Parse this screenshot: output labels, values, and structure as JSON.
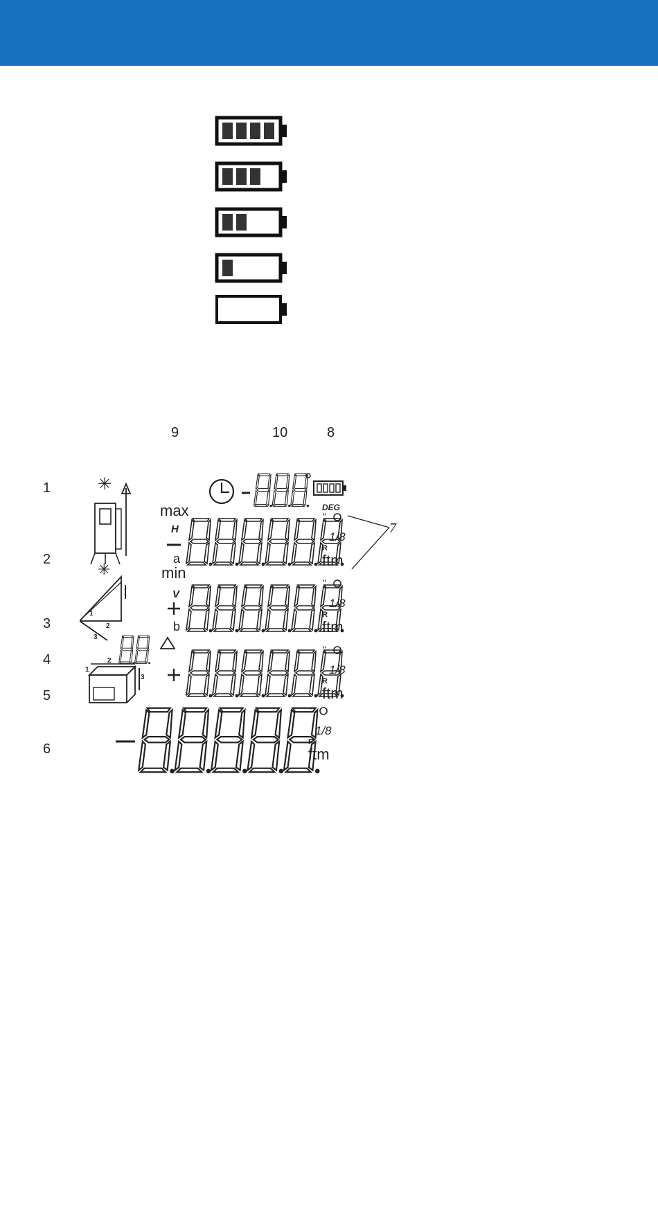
{
  "battery_levels": [
    4,
    3,
    2,
    1,
    0
  ],
  "callouts": {
    "c1": "1",
    "c2": "2",
    "c3": "3",
    "c4": "4",
    "c5": "5",
    "c6": "6",
    "c7": "7",
    "c8": "8",
    "c9": "9",
    "c10": "10"
  },
  "lcd": {
    "label_max": "max",
    "label_min": "min",
    "label_h": "H",
    "label_v": "V",
    "label_a": "a",
    "label_b": "b",
    "label_deg": "DEG",
    "unit_ftm": "ftm",
    "unit_frac": "1/8",
    "unit_inch": "in",
    "row_digits": "8.8.8.8.8.8",
    "timer_digits": "88.8",
    "counter_digits": "88",
    "geo_n1": "1",
    "geo_n2": "2",
    "geo_n3": "3"
  },
  "colors": {
    "header": "#1670bd",
    "ink": "#222222"
  }
}
